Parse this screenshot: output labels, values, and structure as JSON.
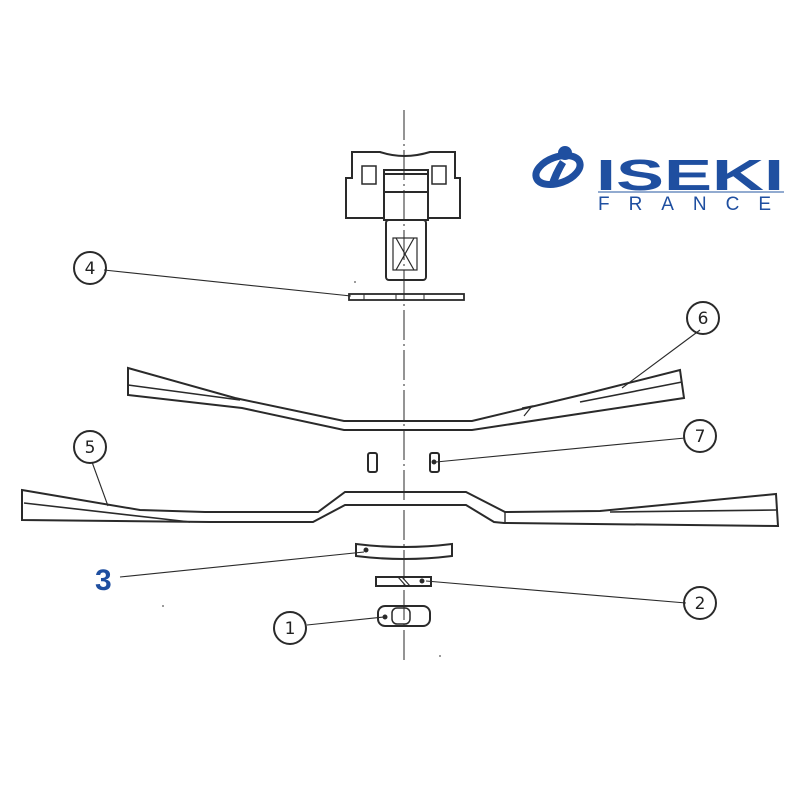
{
  "logo": {
    "brand": "ISEKI",
    "subtitle": "FRANCE",
    "color": "#1f4fa0"
  },
  "diagram": {
    "type": "exploded-parts-diagram",
    "subject": "Rotor blade assembly",
    "line_color": "#2a2a2a",
    "callouts": [
      {
        "id": "1",
        "label": "1",
        "part": "nut"
      },
      {
        "id": "2",
        "label": "2",
        "part": "washer"
      },
      {
        "id": "3",
        "label": "3",
        "part": "curved plate",
        "highlighted": true,
        "color": "#1f4fa0"
      },
      {
        "id": "4",
        "label": "4",
        "part": "blade holder plate"
      },
      {
        "id": "5",
        "label": "5",
        "part": "lower blade"
      },
      {
        "id": "6",
        "label": "6",
        "part": "upper blade"
      },
      {
        "id": "7",
        "label": "7",
        "part": "spacer blocks"
      }
    ]
  }
}
